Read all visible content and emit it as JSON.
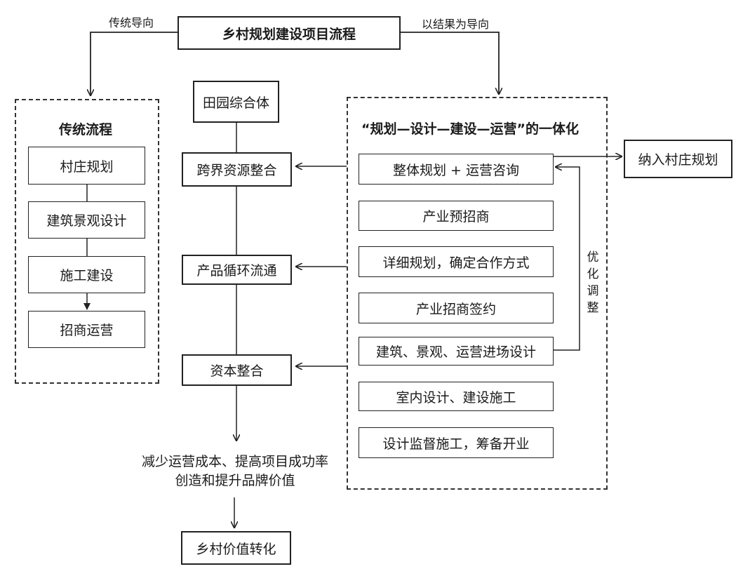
{
  "title": "乡村规划建设项目流程",
  "branch_left_label": "传统导向",
  "branch_right_label": "以结果为导向",
  "traditional": {
    "heading": "传统流程",
    "steps": [
      "村庄规划",
      "建筑景观设计",
      "施工建设",
      "招商运营"
    ]
  },
  "middle": {
    "top": "田园综合体",
    "nodes": [
      "跨界资源整合",
      "产品循环流通",
      "资本整合"
    ],
    "outcome_line1": "减少运营成本、提高项目成功率",
    "outcome_line2": "创造和提升品牌价值",
    "final": "乡村价值转化"
  },
  "integrated": {
    "heading": "“规划—设计—建设—运营”的一体化",
    "steps": [
      "整体规划 + 运营咨询",
      "产业预招商",
      "详细规划，确定合作方式",
      "产业招商签约",
      "建筑、景观、运营进场设计",
      "室内设计、建设施工",
      "设计监督施工，筹备开业"
    ],
    "external": "纳入村庄规划",
    "loop_label": [
      "优",
      "化",
      "调",
      "整"
    ]
  }
}
